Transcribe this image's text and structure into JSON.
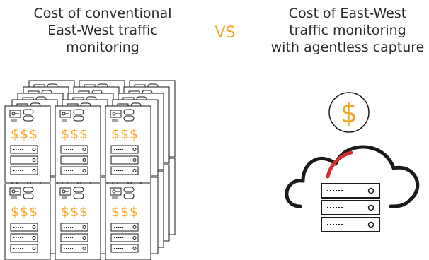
{
  "left": {
    "title": "Cost of conventional\nEast-West traffic\nmonitoring",
    "currency_symbol": "$",
    "servers_back_row_count": 9,
    "servers_front_count": 6,
    "dollars_per_server": 3
  },
  "vs_label": "VS",
  "right": {
    "title": "Cost of East-West\ntraffic monitoring\nwith agentless capture",
    "currency_symbol": "$"
  },
  "colors": {
    "accent": "#f5a623",
    "line": "#1a1a1a",
    "gauge_red": "#d0312d",
    "text": "#2b2b2b"
  },
  "icons": [
    "server-stack-icon",
    "cloud-icon",
    "gauge-icon",
    "dollar-coin-icon",
    "server-rack-icon"
  ]
}
